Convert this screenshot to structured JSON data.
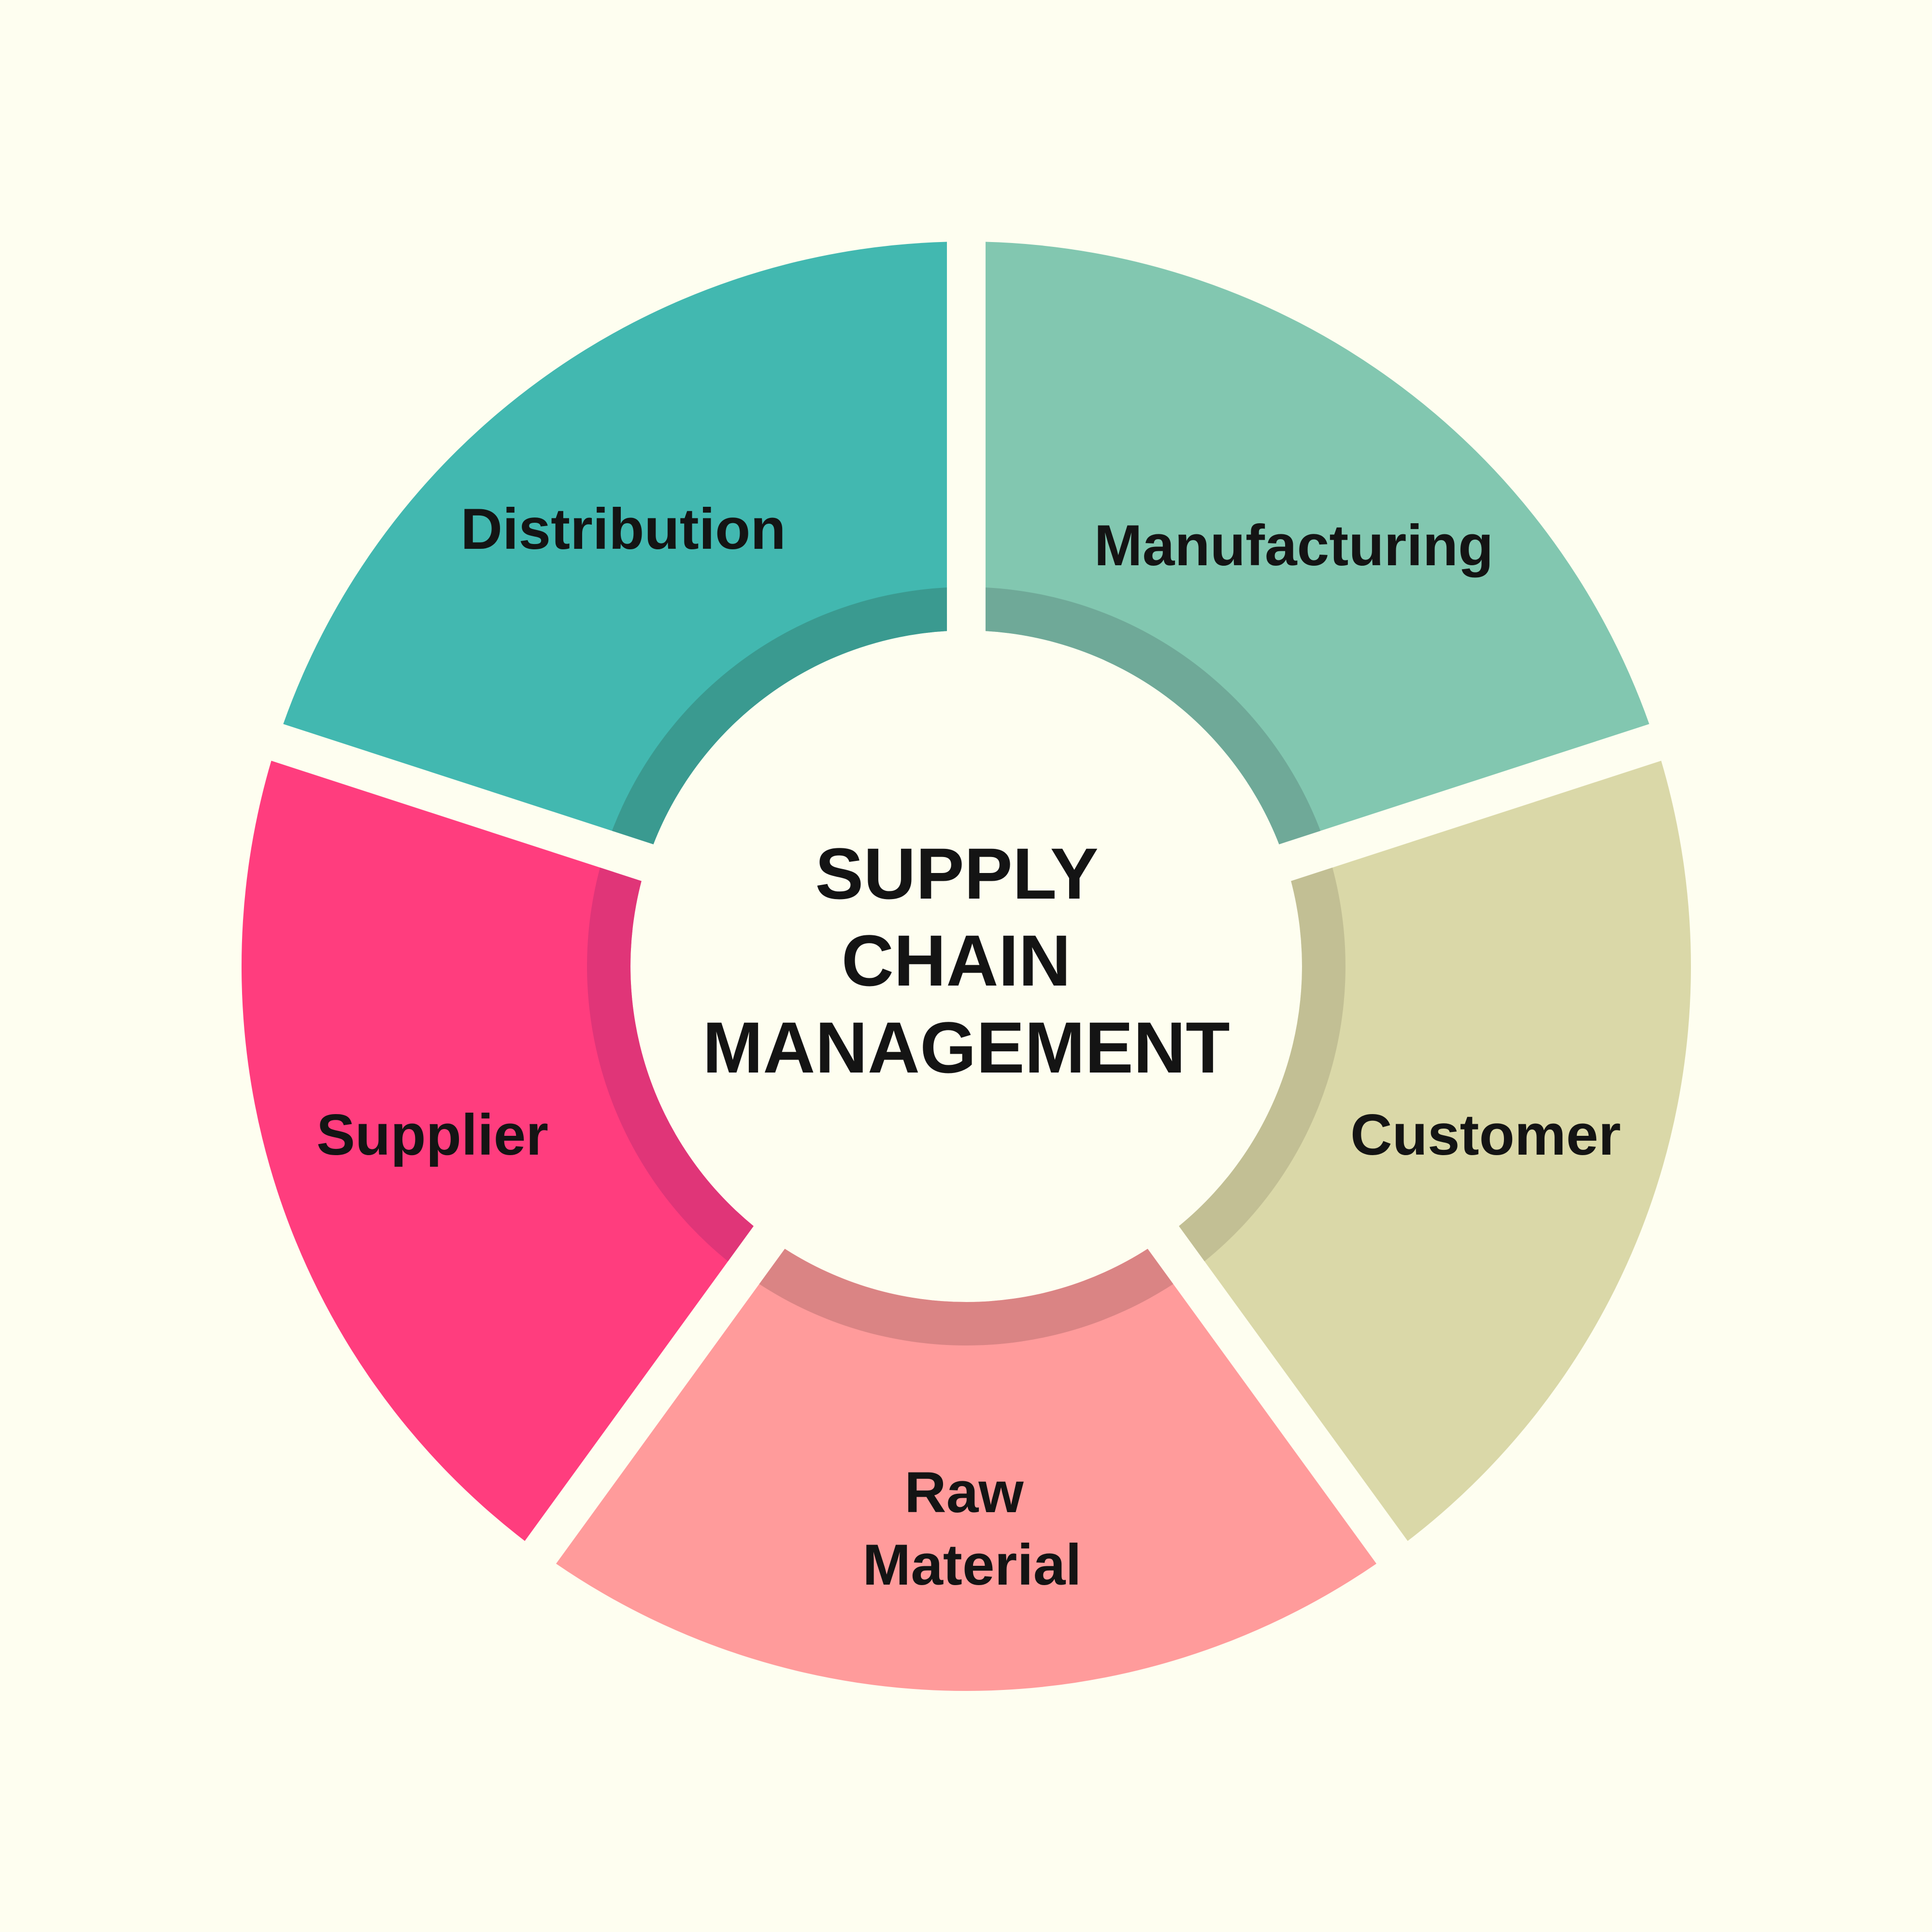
{
  "diagram": {
    "center": {
      "title_lines": [
        "SUPPLY",
        "CHAIN",
        "MANAGEMENT"
      ]
    },
    "segments": [
      {
        "id": "distribution",
        "label_lines": [
          "Distribution"
        ],
        "color": "#42B8B0",
        "inner_color": "#3A9A90"
      },
      {
        "id": "manufacturing",
        "label_lines": [
          "Manufacturing"
        ],
        "color": "#82C7B0",
        "inner_color": "#6FA998"
      },
      {
        "id": "customer",
        "label_lines": [
          "Customer"
        ],
        "color": "#DAD8A8",
        "inner_color": "#C2BF94"
      },
      {
        "id": "raw-material",
        "label_lines": [
          "Raw",
          "Material"
        ],
        "color": "#FF9B9B",
        "inner_color": "#DA8484"
      },
      {
        "id": "supplier",
        "label_lines": [
          "Supplier"
        ],
        "color": "#FF3D7E",
        "inner_color": "#E03578"
      }
    ],
    "background_color": "#FEFEF0"
  }
}
